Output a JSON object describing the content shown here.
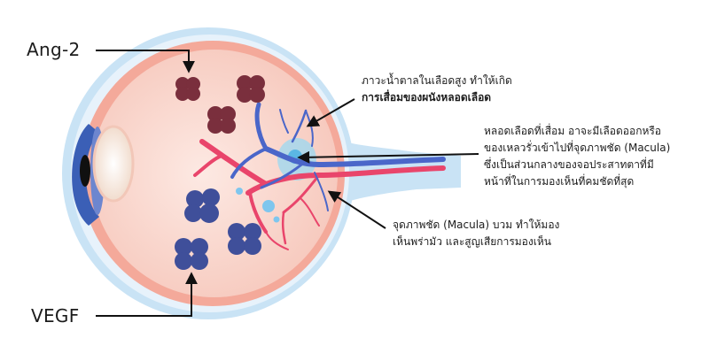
{
  "labels": {
    "ang2": "Ang-2",
    "vegf": "VEGF"
  },
  "callouts": {
    "damage_line1": "ภาวะน้ำตาลในเลือดสูง ทำให้เกิด",
    "damage_line2": "การเสื่อมของผนังหลอดเลือด",
    "leak_line1": "หลอดเลือดที่เสื่อม อาจะมีเลือดออกหรือ",
    "leak_line2": "ของเหลวรั่วเข้าไปที่จุดภาพชัด (Macula)",
    "leak_line3": "ซึ่งเป็นส่วนกลางของจอประสาทตาที่มี",
    "leak_line4": "หน้าที่ในการมองเห็นที่คมชัดที่สุด",
    "swell_line1": "จุดภาพชัด (Macula) บวม ทำให้มอง",
    "swell_line2": "เห็นพร่ามัว และสูญเสียการมองเห็น"
  },
  "colors": {
    "sclera_outer": "#c9e3f5",
    "sclera_inner": "#e7f2fb",
    "choroid": "#f4a99a",
    "vitreous": "#fbe3dc",
    "cornea": "#3b5fb6",
    "artery": "#e9456b",
    "vein": "#4a66c9",
    "ang2_cluster": "#7a2f3d",
    "vegf_cluster": "#3f4f9a",
    "macula": "#8fd3f0"
  }
}
